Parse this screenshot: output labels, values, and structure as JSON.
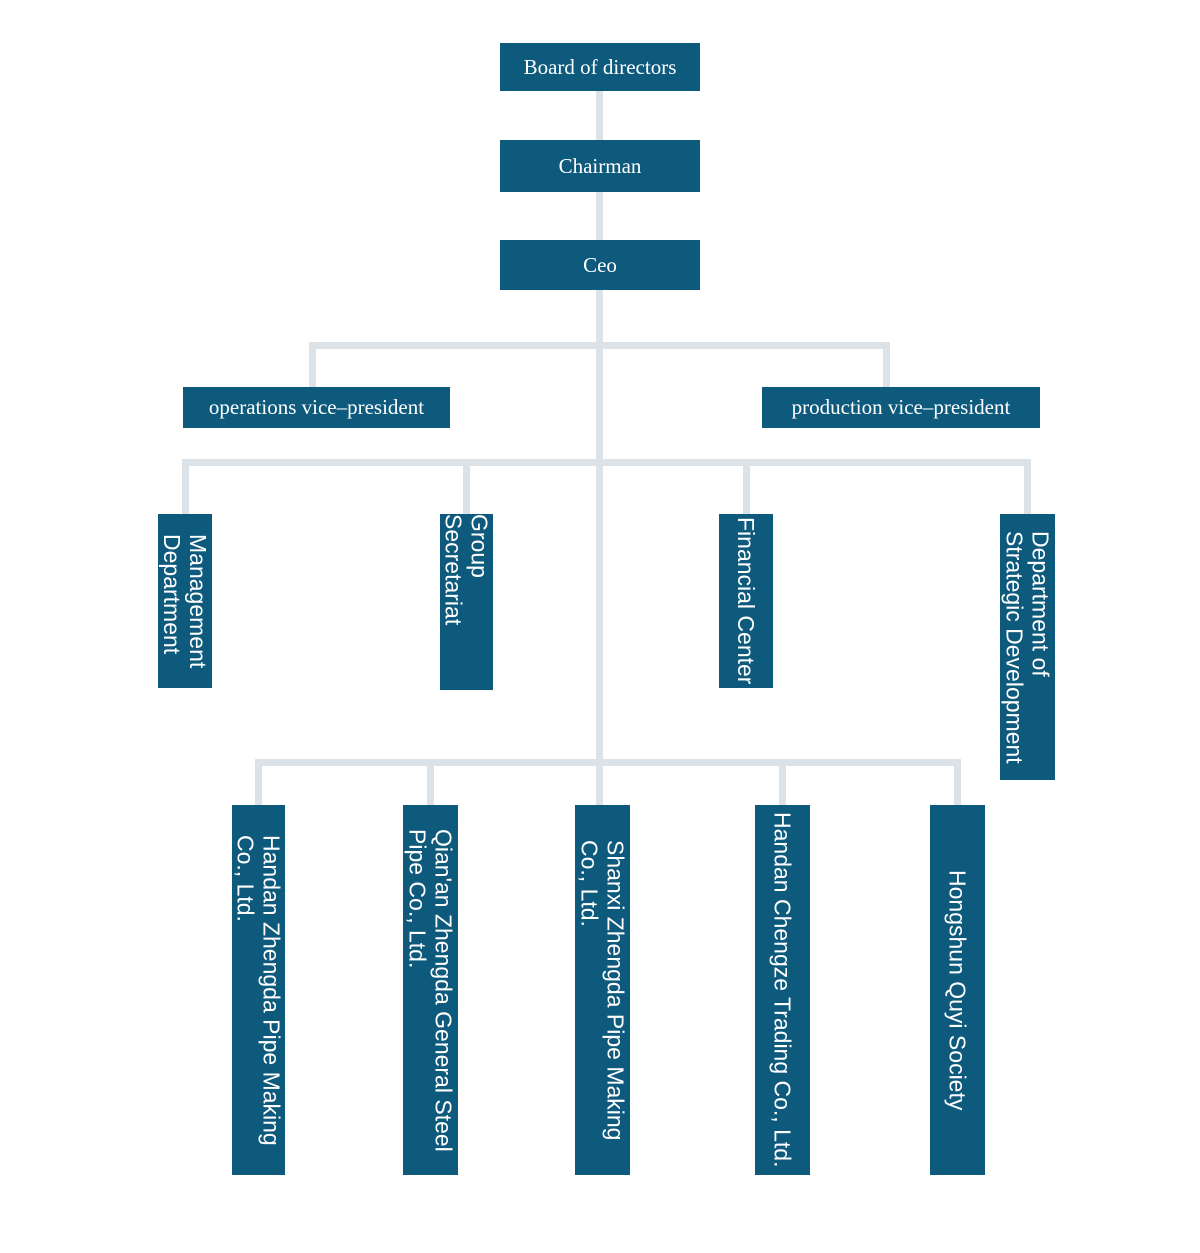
{
  "chart": {
    "type": "org-chart",
    "colors": {
      "node_fill": "#0E5A7D",
      "connector": "#DCE3E8",
      "node_text": "#FFFFFF",
      "background": "#FFFFFF"
    },
    "nodes": {
      "board": {
        "label": "Board of directors"
      },
      "chairman": {
        "label": "Chairman"
      },
      "ceo": {
        "label": "Ceo"
      },
      "operations_vp": {
        "label": "operations vice–president"
      },
      "production_vp": {
        "label": "production vice–president"
      },
      "management": {
        "label": "Management\nDepartment"
      },
      "group_secretariat": {
        "label": "Group Secretariat"
      },
      "financial_center": {
        "label": "Financial Center"
      },
      "strategic_development": {
        "label": "Department of\nStrategic Development"
      },
      "handan_zhengda": {
        "label": "Handan Zhengda Pipe Making\nCo., Ltd."
      },
      "qianan_zhengda": {
        "label": "Qian'an Zhengda General Steel\nPipe Co., Ltd."
      },
      "shanxi_zhengda": {
        "label": "Shanxi Zhengda Pipe Making\nCo., Ltd."
      },
      "handan_chengze": {
        "label": "Handan Chengze Trading Co., Ltd."
      },
      "hongshun": {
        "label": "Hongshun Quyi Society"
      }
    },
    "edges": [
      {
        "from": "Board of directors",
        "to": "Chairman"
      },
      {
        "from": "Chairman",
        "to": "Ceo"
      },
      {
        "from": "Ceo",
        "to": "operations vice–president"
      },
      {
        "from": "Ceo",
        "to": "production vice–president"
      },
      {
        "from": "Ceo",
        "to": "Management Department"
      },
      {
        "from": "Ceo",
        "to": "Group Secretariat"
      },
      {
        "from": "Ceo",
        "to": "Financial Center"
      },
      {
        "from": "Ceo",
        "to": "Department of Strategic Development"
      },
      {
        "from": "Ceo",
        "to": "Handan Zhengda Pipe Making Co., Ltd."
      },
      {
        "from": "Ceo",
        "to": "Qian'an Zhengda General Steel Pipe Co., Ltd."
      },
      {
        "from": "Ceo",
        "to": "Shanxi Zhengda Pipe Making Co., Ltd."
      },
      {
        "from": "Ceo",
        "to": "Handan Chengze Trading Co., Ltd."
      },
      {
        "from": "Ceo",
        "to": "Hongshun Quyi Society"
      }
    ]
  }
}
